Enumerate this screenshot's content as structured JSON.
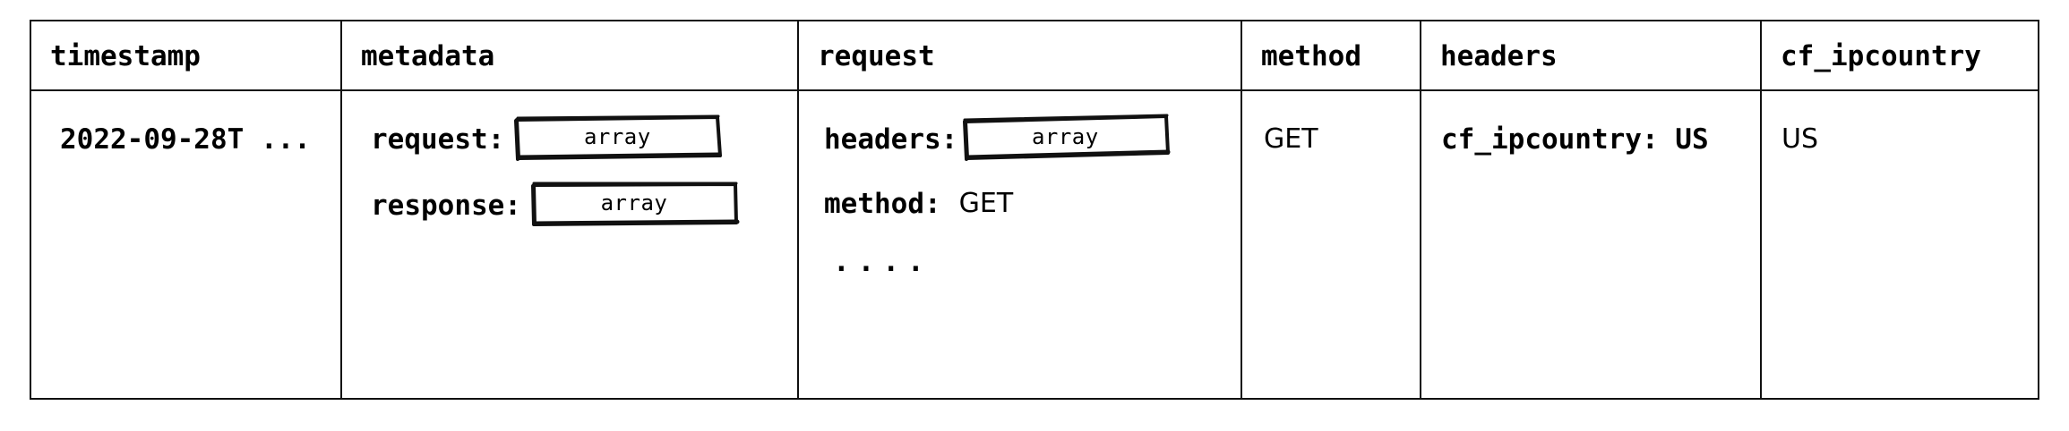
{
  "table": {
    "columns": [
      {
        "key": "timestamp",
        "label": "timestamp"
      },
      {
        "key": "metadata",
        "label": "metadata"
      },
      {
        "key": "request",
        "label": "request"
      },
      {
        "key": "method",
        "label": "method"
      },
      {
        "key": "headers",
        "label": "headers"
      },
      {
        "key": "cf_ipcountry",
        "label": "cf_ipcountry"
      }
    ],
    "rows": [
      {
        "timestamp": {
          "value": "2022-09-28T ..."
        },
        "metadata": {
          "fields": [
            {
              "name": "request:",
              "type_chip": "array"
            },
            {
              "name": "response:",
              "type_chip": "array"
            }
          ]
        },
        "request": {
          "fields": [
            {
              "name": "headers:",
              "type_chip": "array"
            },
            {
              "name": "method:",
              "value": "GET"
            }
          ],
          "ellipsis": "...."
        },
        "method": {
          "value": "GET"
        },
        "headers": {
          "value": "cf_ipcountry: US"
        },
        "cf_ipcountry": {
          "value": "US"
        }
      }
    ]
  },
  "colors": {
    "ink": "#111111",
    "background": "#ffffff"
  }
}
